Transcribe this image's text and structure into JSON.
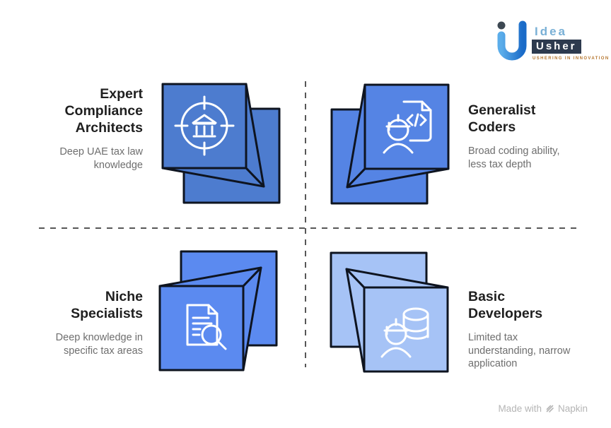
{
  "page": {
    "background": "#ffffff"
  },
  "logo": {
    "brand_top": "Idea",
    "brand_bottom": "Usher",
    "tagline": "USHERING IN INNOVATION",
    "colors": {
      "monogram_dot": "#3d4852",
      "monogram_gradient_start": "#5badea",
      "monogram_gradient_end": "#1a6bc8",
      "brand_top_color": "#79b0d6",
      "brand_bottom_bg": "#2d3a4e",
      "tagline_color": "#b5762e"
    }
  },
  "quadrants": [
    {
      "id": "expert-compliance-architects",
      "title_lines": [
        "Expert",
        "Compliance",
        "Architects"
      ],
      "subtitle_lines": [
        "Deep UAE tax law",
        "knowledge"
      ],
      "icon": "bank-target-icon",
      "cube_color": "#4d7ccf"
    },
    {
      "id": "generalist-coders",
      "title_lines": [
        "Generalist",
        "Coders"
      ],
      "subtitle_lines": [
        "Broad coding ability,",
        "less tax depth"
      ],
      "icon": "engineer-code-document-icon",
      "cube_color": "#5584e4"
    },
    {
      "id": "niche-specialists",
      "title_lines": [
        "Niche",
        "Specialists"
      ],
      "subtitle_lines": [
        "Deep knowledge in",
        "specific tax areas"
      ],
      "icon": "document-search-icon",
      "cube_color": "#5b8af0"
    },
    {
      "id": "basic-developers",
      "title_lines": [
        "Basic",
        "Developers"
      ],
      "subtitle_lines": [
        "Limited tax",
        "understanding, narrow",
        "application"
      ],
      "icon": "engineer-database-icon",
      "cube_color": "#a6c3f6"
    }
  ],
  "dividers": {
    "color": "#575757",
    "style": "dashed"
  },
  "footer": {
    "made_with": "Made with",
    "brand": "Napkin"
  }
}
